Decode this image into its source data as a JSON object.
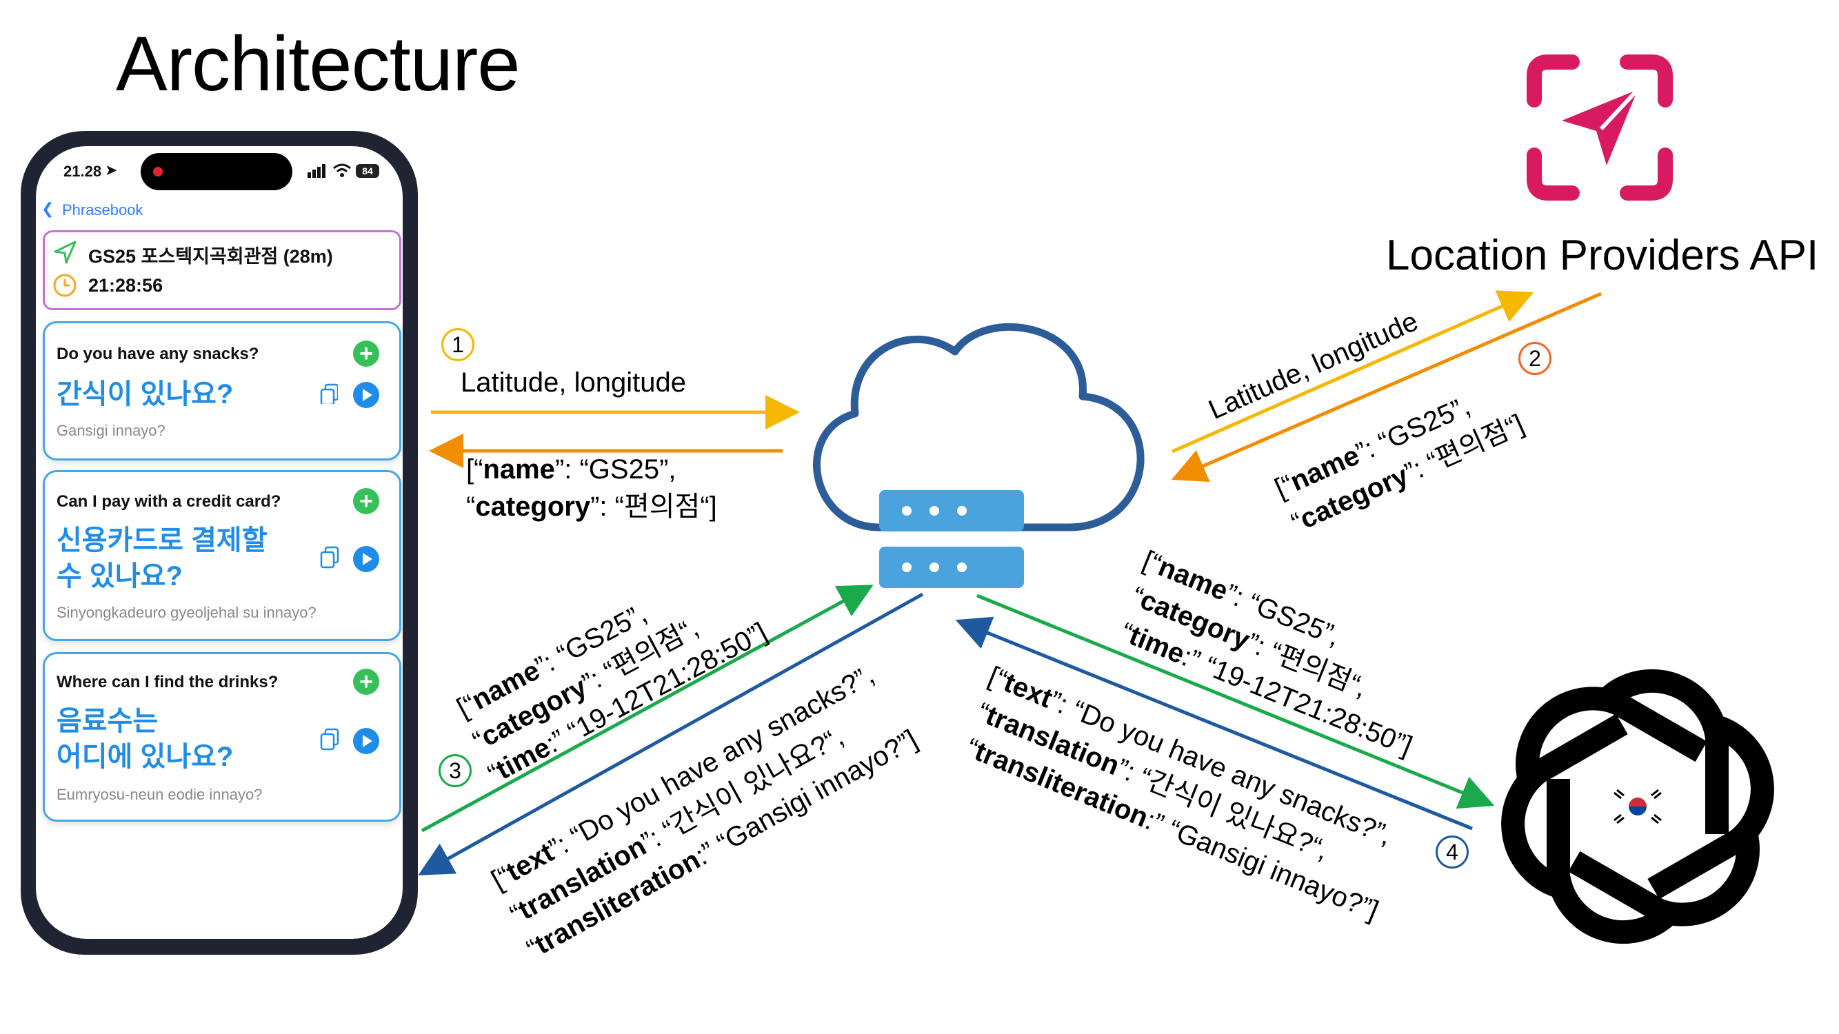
{
  "title": "Architecture",
  "api_label": "Location Providers API",
  "phone": {
    "status_time": "21.28",
    "battery": "84",
    "back_label": "Phrasebook",
    "location_name": "GS25 포스텍지곡회관점 (28m)",
    "location_time": "21:28:56",
    "cards": [
      {
        "question": "Do you have any snacks?",
        "translation_lines": [
          "간식이 있나요?"
        ],
        "romanization": "Gansigi innayo?"
      },
      {
        "question": "Can I pay with a credit card?",
        "translation_lines": [
          "신용카드로 결제할",
          "수 있나요?"
        ],
        "romanization": "Sinyongkadeuro gyeoljehal su innayo?"
      },
      {
        "question": "Where can I find the drinks?",
        "translation_lines": [
          "음료수는",
          "어디에 있나요?"
        ],
        "romanization": "Eumryosu-neun eodie innayo?"
      }
    ]
  },
  "flows": {
    "step1": {
      "number": "1",
      "request": "Latitude, longitude",
      "response_lines": [
        [
          "[“",
          "name",
          "”: “GS25”,"
        ],
        [
          "“",
          "category",
          "”: “편의점“]"
        ]
      ]
    },
    "step2": {
      "number": "2",
      "request": "Latitude, longitude",
      "response_lines": [
        [
          "[“",
          "name",
          "”: “GS25”,"
        ],
        [
          "“",
          "category",
          "”: “편의점“]"
        ]
      ]
    },
    "step3": {
      "number": "3",
      "request_lines": [
        [
          "[“",
          "name",
          "”: “GS25”,"
        ],
        [
          "“",
          "category",
          "”: “편의점“,"
        ],
        [
          "“",
          "time",
          ":” “19-12T21:28:50”]"
        ]
      ],
      "response_lines": [
        [
          "[“",
          "text",
          "”: “Do you have any snacks?”,"
        ],
        [
          "“",
          "translation",
          "”: “간식이 있나요?“,"
        ],
        [
          "“",
          "transliteration",
          ":” “Gansigi innayo?”]"
        ]
      ]
    },
    "step4": {
      "number": "4",
      "request_lines": [
        [
          "[“",
          "name",
          "”: “GS25”,"
        ],
        [
          "“",
          "category",
          "”: “편의점“,"
        ],
        [
          "“",
          "time",
          ":” “19-12T21:28:50”]"
        ]
      ],
      "response_lines": [
        [
          "[“",
          "text",
          "”: “Do you have any snacks?”,"
        ],
        [
          "“",
          "translation",
          "”: “간식이 있나요?“,"
        ],
        [
          "“",
          "transliteration",
          ":” “Gansigi innayo?”]"
        ]
      ]
    }
  },
  "colors": {
    "yellow": "#f5b800",
    "orange": "#f28c00",
    "green": "#1aaa4b",
    "blue": "#1f5aa0",
    "cloud": "#2d5d98",
    "server": "#4aa3dc",
    "brand": "#d81b60"
  }
}
